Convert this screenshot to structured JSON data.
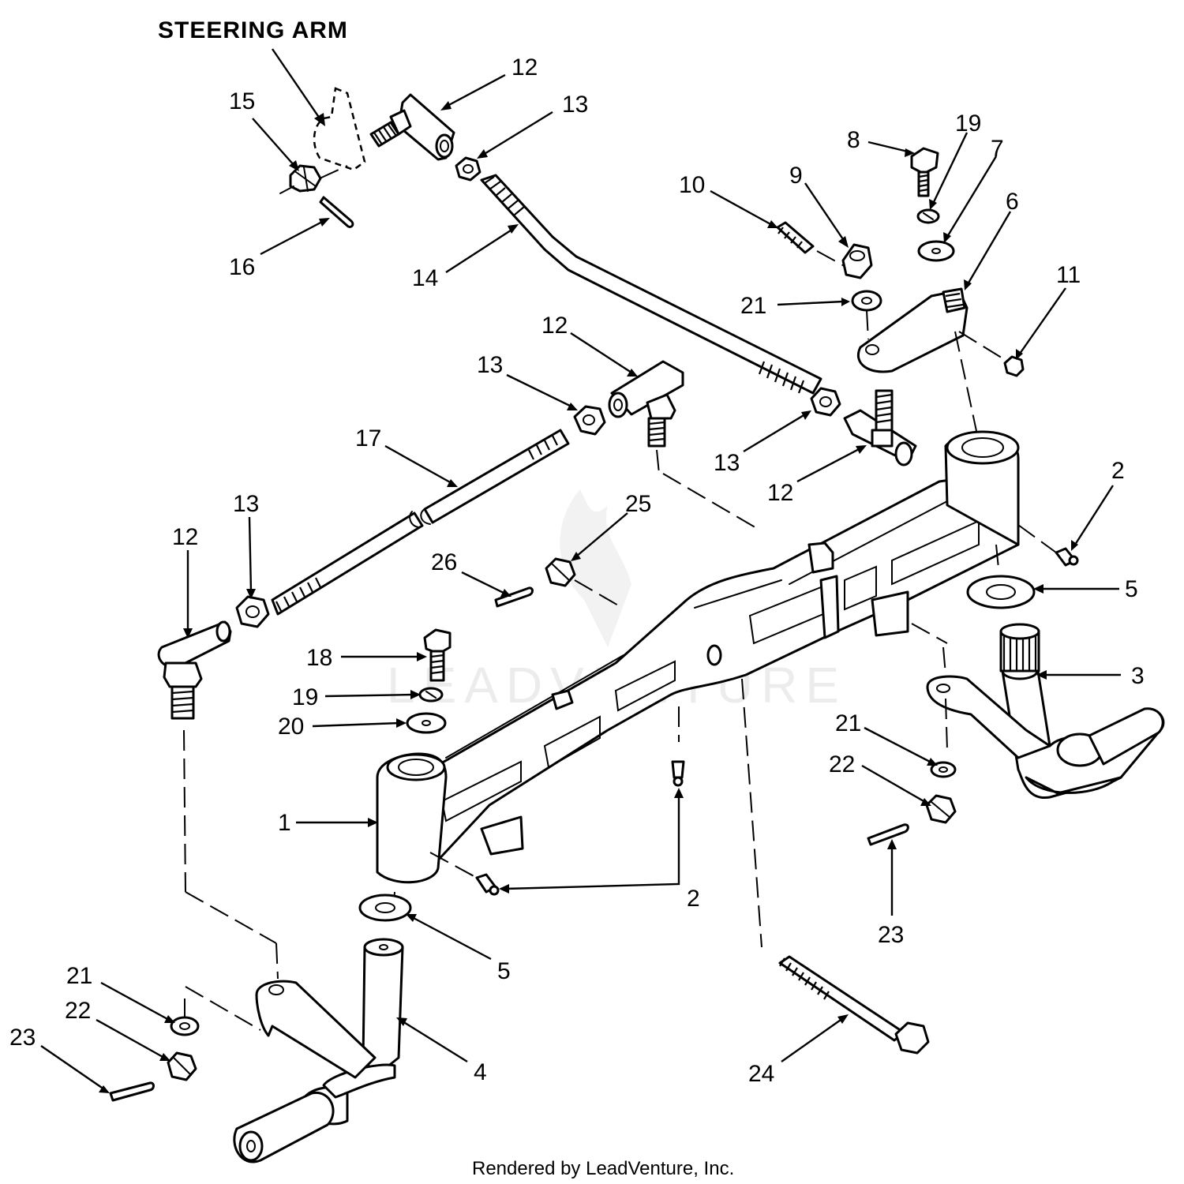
{
  "diagram": {
    "title": "STEERING ARM",
    "footer": "Rendered by LeadVenture, Inc.",
    "watermark": "LEADVENTURE",
    "callouts": [
      {
        "id": "c12a",
        "text": "12"
      },
      {
        "id": "c13a",
        "text": "13"
      },
      {
        "id": "c15",
        "text": "15"
      },
      {
        "id": "c16",
        "text": "16"
      },
      {
        "id": "c14",
        "text": "14"
      },
      {
        "id": "c10",
        "text": "10"
      },
      {
        "id": "c9",
        "text": "9"
      },
      {
        "id": "c8",
        "text": "8"
      },
      {
        "id": "c19a",
        "text": "19"
      },
      {
        "id": "c7",
        "text": "7"
      },
      {
        "id": "c6",
        "text": "6"
      },
      {
        "id": "c11",
        "text": "11"
      },
      {
        "id": "c21a",
        "text": "21"
      },
      {
        "id": "c12b",
        "text": "12"
      },
      {
        "id": "c13b",
        "text": "13"
      },
      {
        "id": "c13c",
        "text": "13"
      },
      {
        "id": "c12c",
        "text": "12"
      },
      {
        "id": "c17",
        "text": "17"
      },
      {
        "id": "c13d",
        "text": "13"
      },
      {
        "id": "c12d",
        "text": "12"
      },
      {
        "id": "c25",
        "text": "25"
      },
      {
        "id": "c26",
        "text": "26"
      },
      {
        "id": "c2a",
        "text": "2"
      },
      {
        "id": "c5a",
        "text": "5"
      },
      {
        "id": "c3",
        "text": "3"
      },
      {
        "id": "c18",
        "text": "18"
      },
      {
        "id": "c19b",
        "text": "19"
      },
      {
        "id": "c20",
        "text": "20"
      },
      {
        "id": "c21b",
        "text": "21"
      },
      {
        "id": "c22a",
        "text": "22"
      },
      {
        "id": "c1",
        "text": "1"
      },
      {
        "id": "c2b",
        "text": "2"
      },
      {
        "id": "c23a",
        "text": "23"
      },
      {
        "id": "c5b",
        "text": "5"
      },
      {
        "id": "c21c",
        "text": "21"
      },
      {
        "id": "c22b",
        "text": "22"
      },
      {
        "id": "c23b",
        "text": "23"
      },
      {
        "id": "c4",
        "text": "4"
      },
      {
        "id": "c24",
        "text": "24"
      }
    ]
  }
}
